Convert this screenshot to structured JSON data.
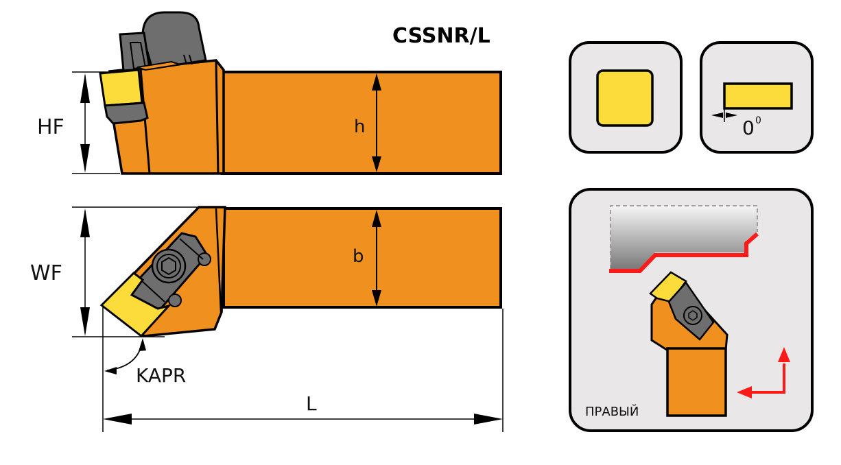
{
  "title": "CSSNR/L",
  "dimensions": {
    "hf": "HF",
    "h": "h",
    "wf": "WF",
    "b": "b",
    "kapr": "KAPR",
    "l": "L"
  },
  "insert_info": {
    "shape": "square",
    "clearance_angle": "0",
    "clearance_unit": "0"
  },
  "application": {
    "hand_label": "ПРАВЫЙ"
  },
  "colors": {
    "shank": "#f0901e",
    "insert": "#fbdc3a",
    "clamp": "#6e6e6e",
    "panel": "#e9e7e8",
    "feed": "#ff1a1a"
  }
}
